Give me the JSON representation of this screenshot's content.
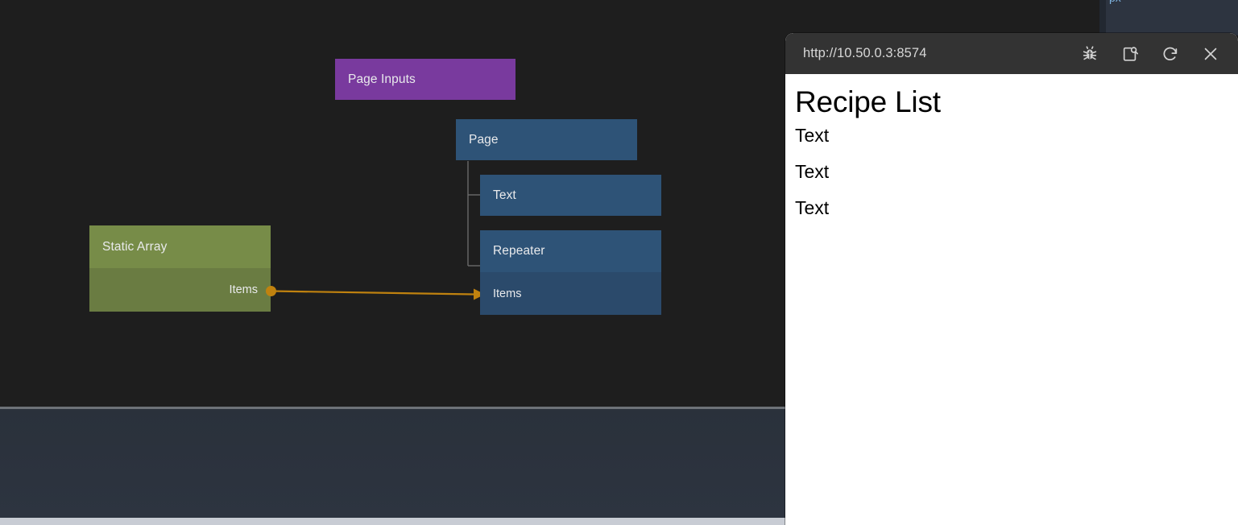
{
  "canvas": {
    "background_color": "#1e1e1e",
    "nodes": [
      {
        "id": "page-inputs",
        "title": "Page Inputs",
        "color": "#793a9e",
        "ports": []
      },
      {
        "id": "page",
        "title": "Page",
        "color": "#2e5377",
        "ports": []
      },
      {
        "id": "text",
        "title": "Text",
        "color": "#2e5377",
        "ports": []
      },
      {
        "id": "repeater",
        "title": "Repeater",
        "color": "#2e5377",
        "ports": [
          {
            "label": "Items",
            "side": "input"
          }
        ]
      },
      {
        "id": "static-array",
        "title": "Static Array",
        "color": "#778c48",
        "ports": [
          {
            "label": "Items",
            "side": "output"
          }
        ]
      }
    ],
    "edges": [
      {
        "from": "static-array.Items",
        "to": "repeater.Items",
        "color": "#c0820f"
      }
    ]
  },
  "editor_peek": {
    "label": "px"
  },
  "browser": {
    "url": "http://10.50.0.3:8574",
    "actions": [
      {
        "name": "debug-bug-icon",
        "title": "Debug"
      },
      {
        "name": "inspect-element-icon",
        "title": "Inspect element"
      },
      {
        "name": "reload-icon",
        "title": "Reload"
      },
      {
        "name": "close-icon",
        "title": "Close"
      }
    ],
    "preview": {
      "title": "Recipe List",
      "items": [
        "Text",
        "Text",
        "Text"
      ]
    }
  }
}
